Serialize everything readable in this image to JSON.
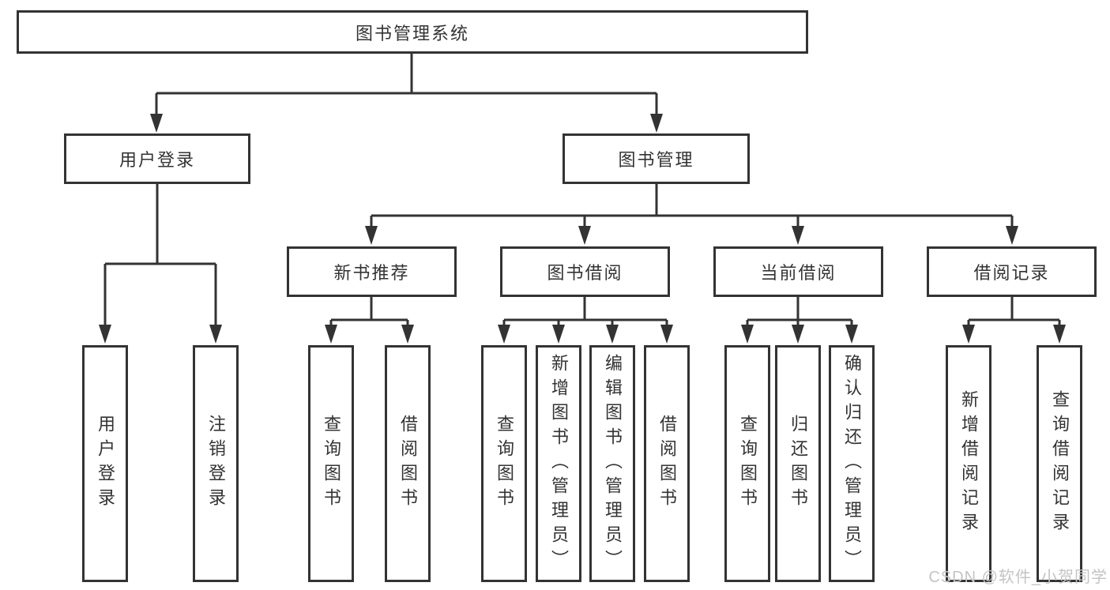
{
  "diagram": {
    "root": {
      "label": "图书管理系统"
    },
    "level2": {
      "user_login": {
        "label": "用户登录"
      },
      "book_mgmt": {
        "label": "图书管理"
      }
    },
    "level3": {
      "new_book": {
        "label": "新书推荐"
      },
      "book_borrow": {
        "label": "图书借阅"
      },
      "current_borrow": {
        "label": "当前借阅"
      },
      "borrow_record": {
        "label": "借阅记录"
      }
    },
    "leaves": {
      "user_login": [
        "用户登录",
        "注销登录"
      ],
      "new_book": [
        "查询图书",
        "借阅图书"
      ],
      "book_borrow": [
        "查询图书",
        "新增图书（管理员）",
        "编辑图书（管理员）",
        "借阅图书"
      ],
      "current_borrow": [
        "查询图书",
        "归还图书",
        "确认归还（管理员）"
      ],
      "borrow_record": [
        "新增借阅记录",
        "查询借阅记录"
      ]
    }
  },
  "watermark": {
    "text": "CSDN @软件_小贺同学"
  },
  "colors": {
    "line": "#333333",
    "text": "#333333",
    "background": "#ffffff",
    "watermark": "#c4c4c4"
  }
}
